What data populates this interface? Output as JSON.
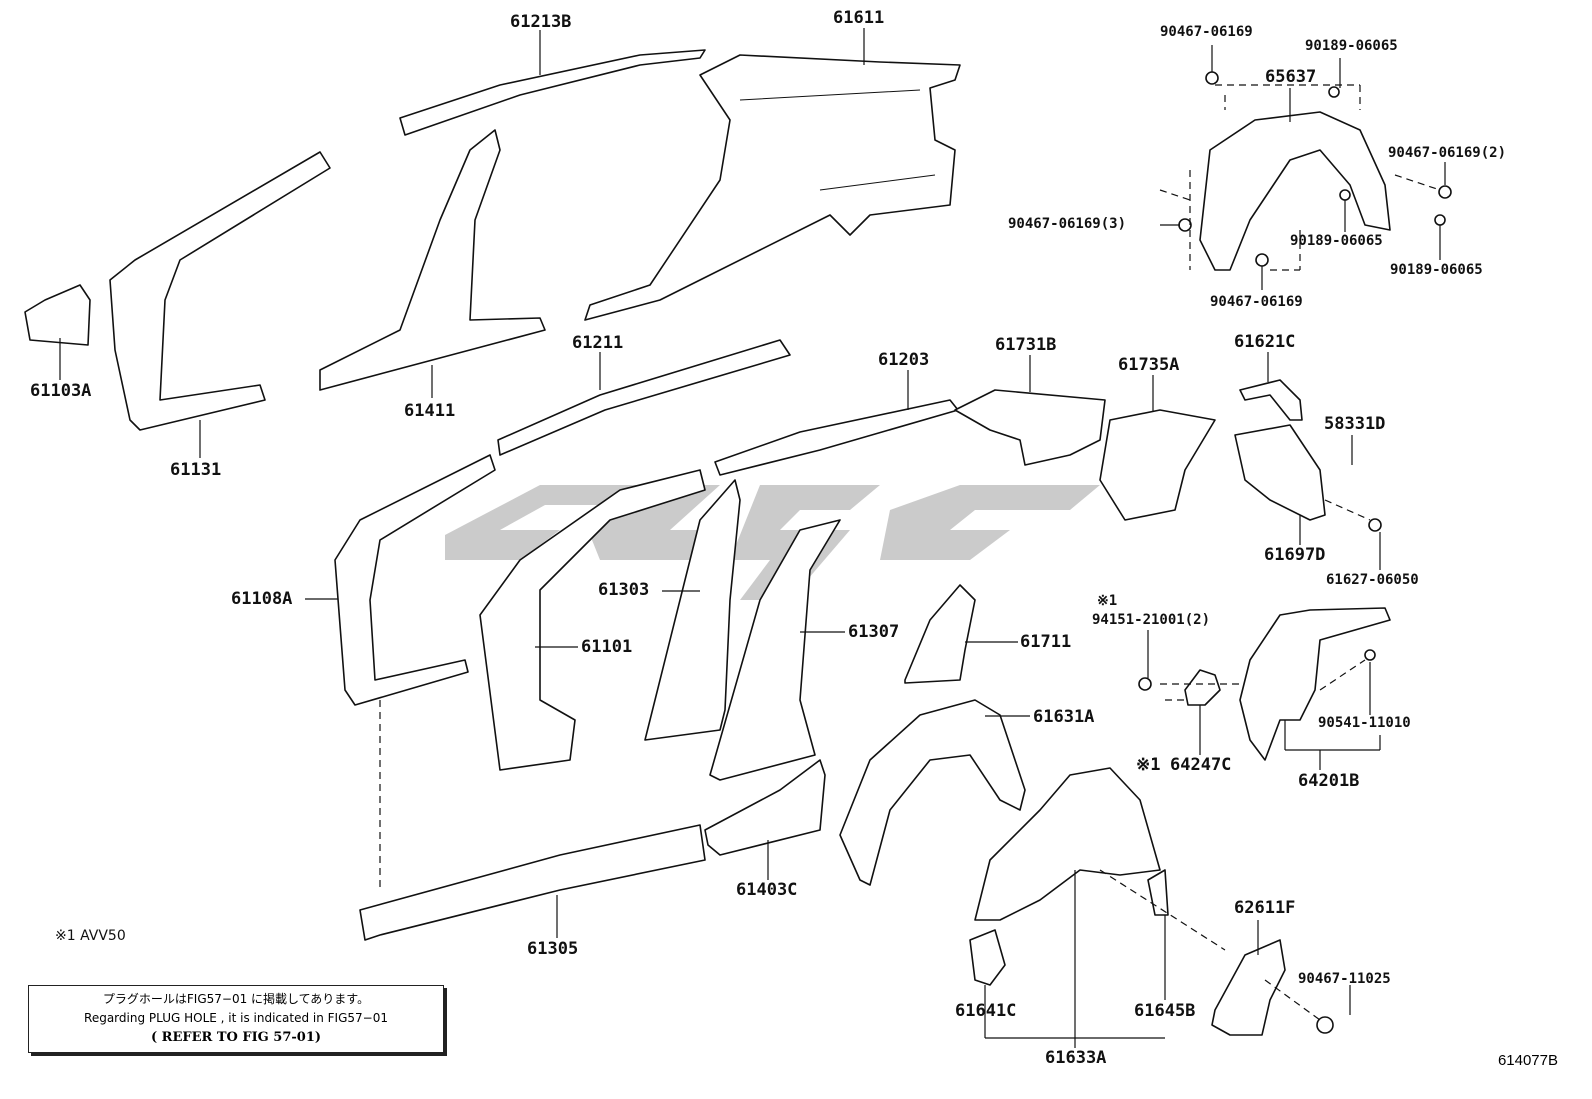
{
  "parts": [
    {
      "key": "61213B",
      "label": "61213B"
    },
    {
      "key": "61611",
      "label": "61611"
    },
    {
      "key": "61103A",
      "label": "61103A"
    },
    {
      "key": "61131",
      "label": "61131"
    },
    {
      "key": "61411",
      "label": "61411"
    },
    {
      "key": "61211",
      "label": "61211"
    },
    {
      "key": "61203",
      "label": "61203"
    },
    {
      "key": "61731B",
      "label": "61731B"
    },
    {
      "key": "61735A",
      "label": "61735A"
    },
    {
      "key": "61621C",
      "label": "61621C"
    },
    {
      "key": "58331D",
      "label": "58331D"
    },
    {
      "key": "61697D",
      "label": "61697D"
    },
    {
      "key": "61627-06050",
      "label": "61627-06050"
    },
    {
      "key": "61108A",
      "label": "61108A"
    },
    {
      "key": "61303",
      "label": "61303"
    },
    {
      "key": "61101",
      "label": "61101"
    },
    {
      "key": "61307",
      "label": "61307"
    },
    {
      "key": "61711",
      "label": "61711"
    },
    {
      "key": "61631A",
      "label": "61631A"
    },
    {
      "key": "61403C",
      "label": "61403C"
    },
    {
      "key": "61305",
      "label": "61305"
    },
    {
      "key": "61641C",
      "label": "61641C"
    },
    {
      "key": "61645B",
      "label": "61645B"
    },
    {
      "key": "61633A",
      "label": "61633A"
    },
    {
      "key": "62611F",
      "label": "62611F"
    },
    {
      "key": "90467-11025",
      "label": "90467-11025"
    },
    {
      "key": "65637",
      "label": "65637"
    },
    {
      "key": "90467-06169-a",
      "label": "90467-06169"
    },
    {
      "key": "90189-06065-a",
      "label": "90189-06065"
    },
    {
      "key": "90467-06169-2",
      "label": "90467-06169(2)"
    },
    {
      "key": "90467-06169-3",
      "label": "90467-06169(3)"
    },
    {
      "key": "90189-06065-b",
      "label": "90189-06065"
    },
    {
      "key": "90189-06065-c",
      "label": "90189-06065"
    },
    {
      "key": "90467-06169-b",
      "label": "90467-06169"
    },
    {
      "key": "94151-21001",
      "label": "94151-21001(2)"
    },
    {
      "key": "64247C",
      "label": "64247C"
    },
    {
      "key": "90541-11010",
      "label": "90541-11010"
    },
    {
      "key": "64201B",
      "label": "64201B"
    }
  ],
  "marks": {
    "ref_mark_1": "※1",
    "ref_mark_2": "※1"
  },
  "footnote": "※1 AVV50",
  "notebox": {
    "line1": "プラグホールはFIG57−01 に掲載してあります。",
    "line2": "Regarding PLUG HOLE , it is indicated in FIG57−01",
    "line3": "( REFER TO FIG 57-01)"
  },
  "figure_number": "614077B",
  "colors": {
    "line": "#111111",
    "watermark": "#b9b9b9",
    "background": "#ffffff"
  }
}
